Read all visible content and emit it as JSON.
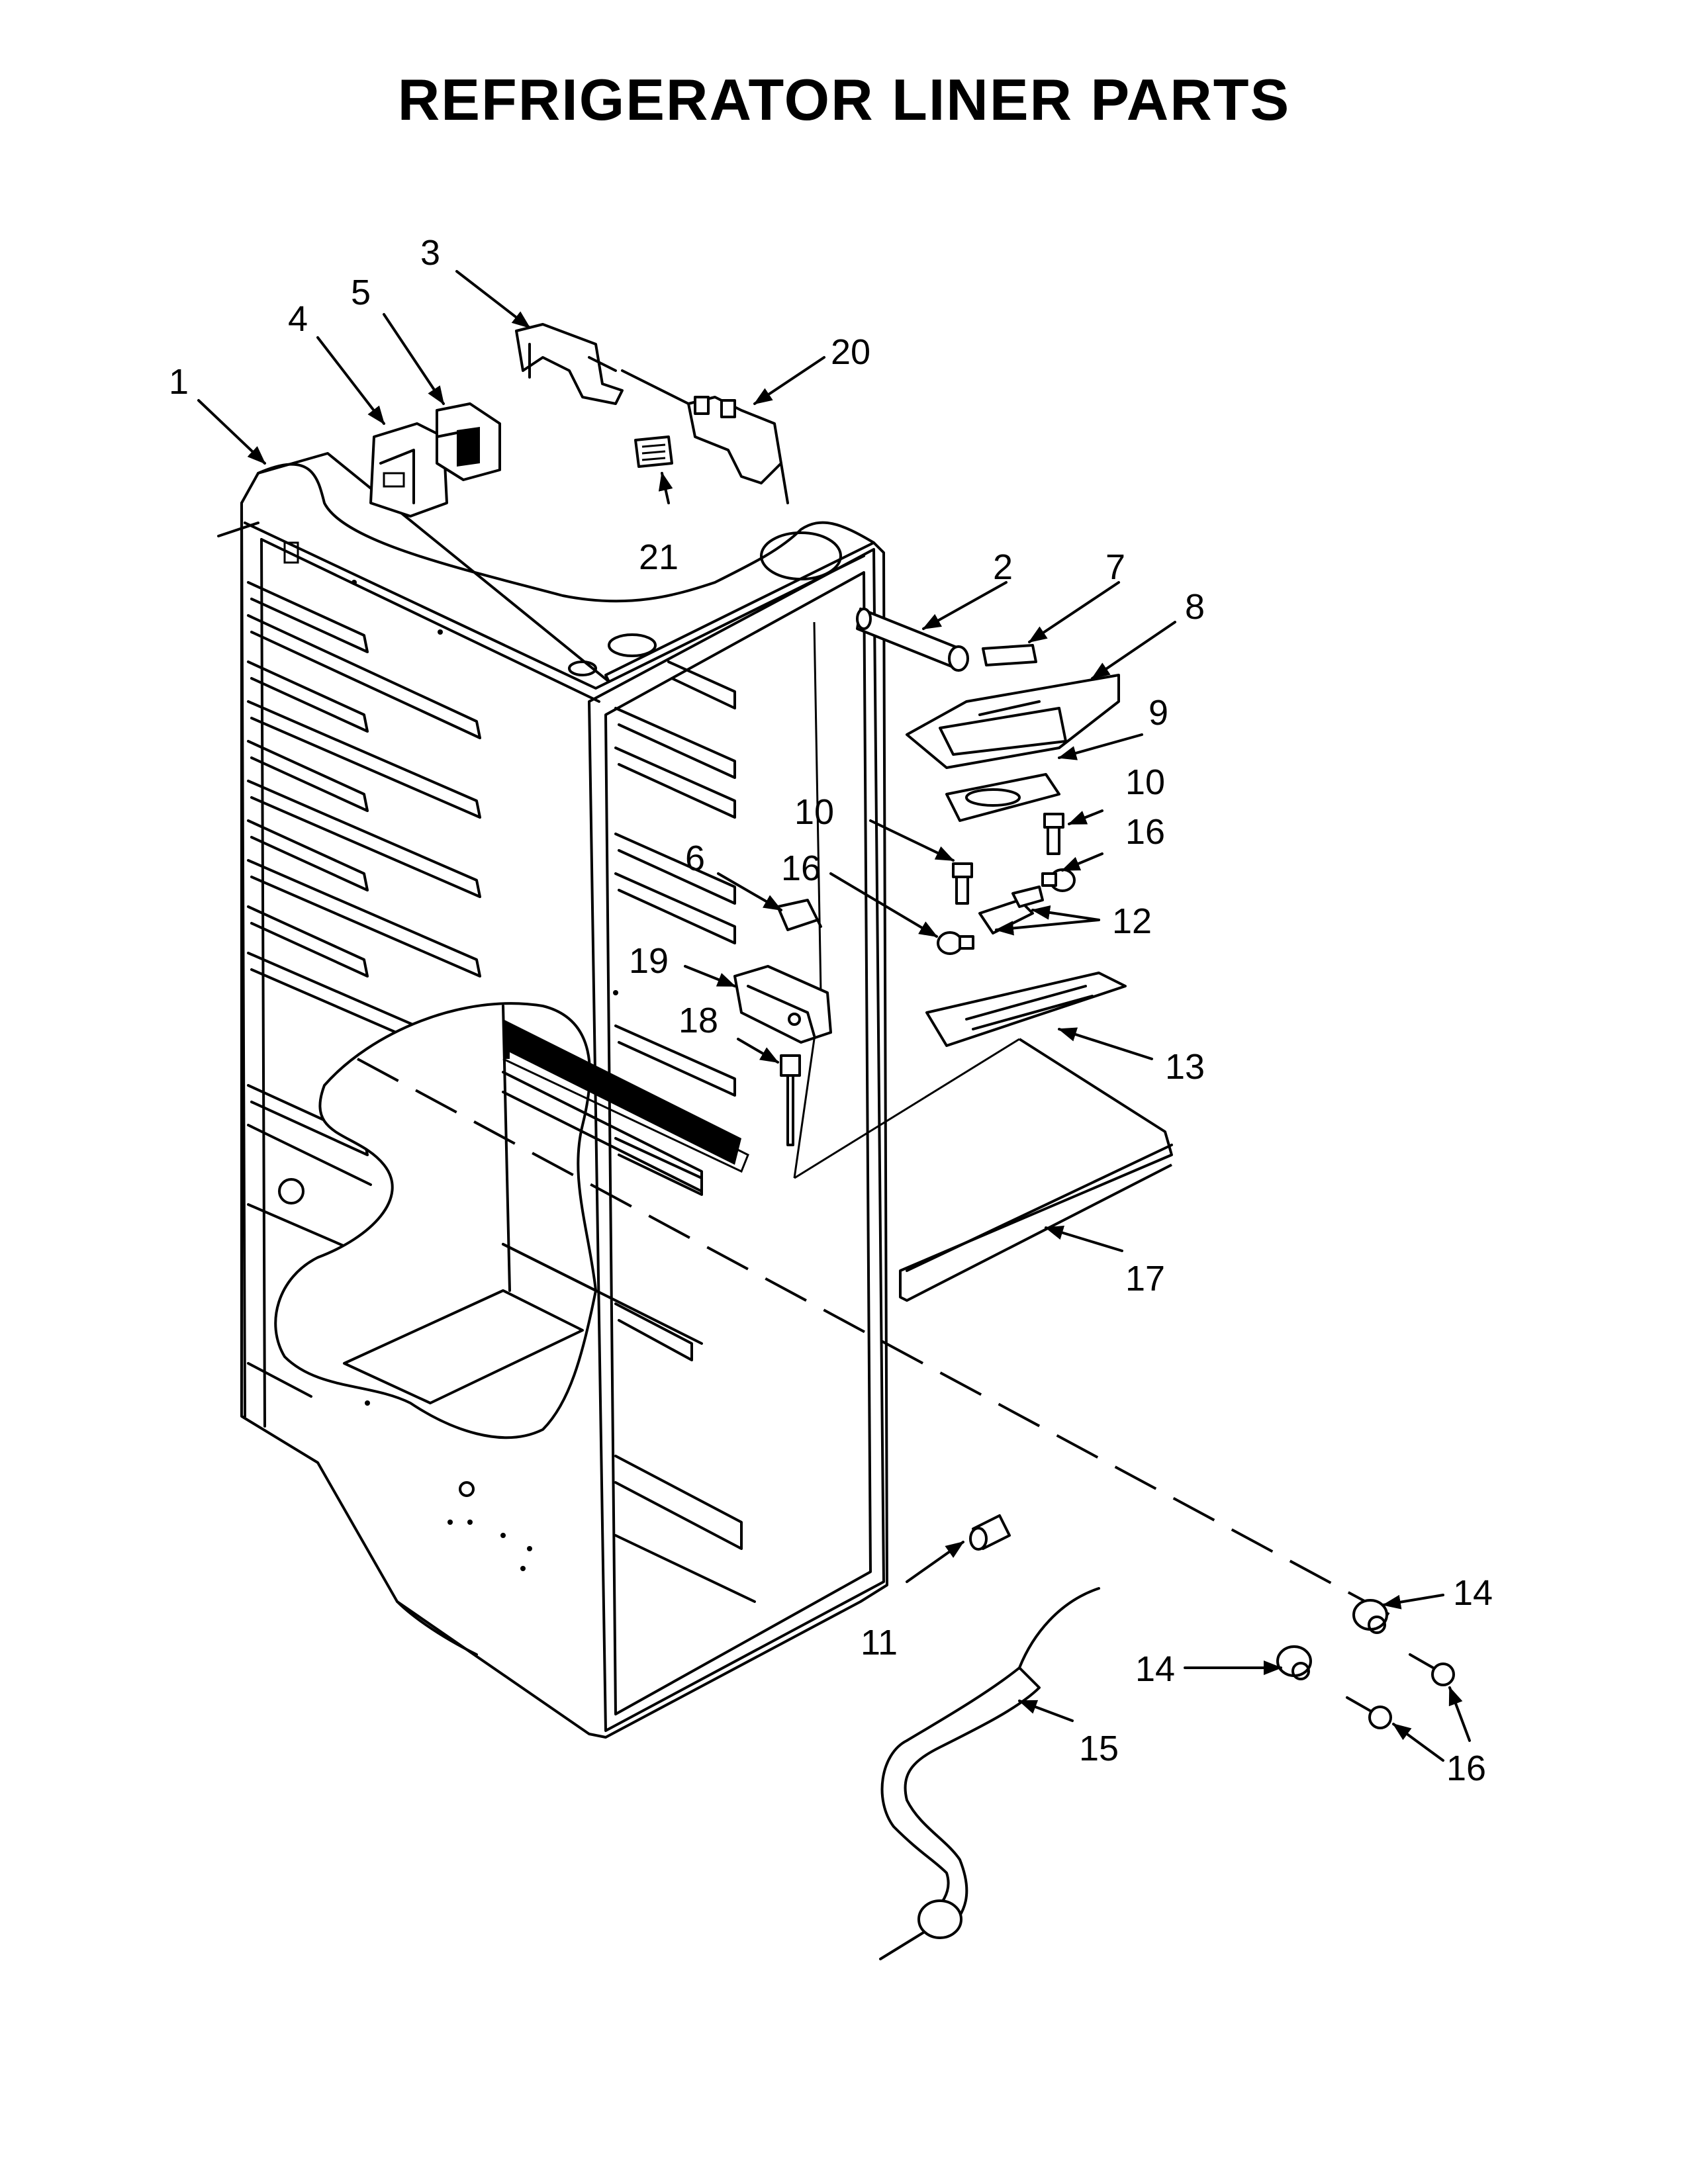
{
  "title": "REFRIGERATOR LINER PARTS",
  "callouts": {
    "c1": "1",
    "c2": "2",
    "c3": "3",
    "c4": "4",
    "c5": "5",
    "c6": "6",
    "c7": "7",
    "c8": "8",
    "c9": "9",
    "c10a": "10",
    "c10b": "10",
    "c11": "11",
    "c12": "12",
    "c13": "13",
    "c14a": "14",
    "c14b": "14",
    "c15": "15",
    "c16a": "16",
    "c16b": "16",
    "c16c": "16",
    "c17": "17",
    "c18": "18",
    "c19": "19",
    "c20": "20",
    "c21": "21"
  }
}
